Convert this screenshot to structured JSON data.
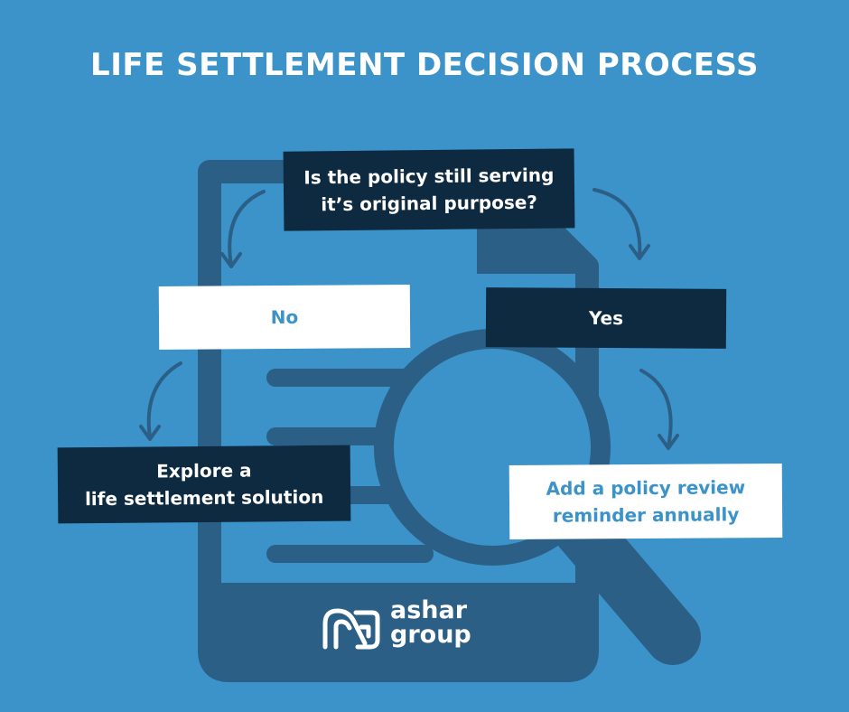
{
  "title": "LIFE SETTLEMENT DECISION PROCESS",
  "nodes": {
    "question": [
      "Is the policy still serving",
      "it’s original purpose?"
    ],
    "no": "No",
    "yes": "Yes",
    "explore": [
      "Explore a",
      "life settlement solution"
    ],
    "review": [
      "Add a policy review",
      "reminder annually"
    ]
  },
  "logo": {
    "line1": "ashar",
    "line2": "group"
  },
  "colors": {
    "background": "#3b93c9",
    "dark_box": "#0d2a40",
    "light_box": "#ffffff",
    "illustration": "#2b5f86"
  },
  "icons": [
    "document-icon",
    "magnifying-glass-icon",
    "arrow-icon"
  ]
}
